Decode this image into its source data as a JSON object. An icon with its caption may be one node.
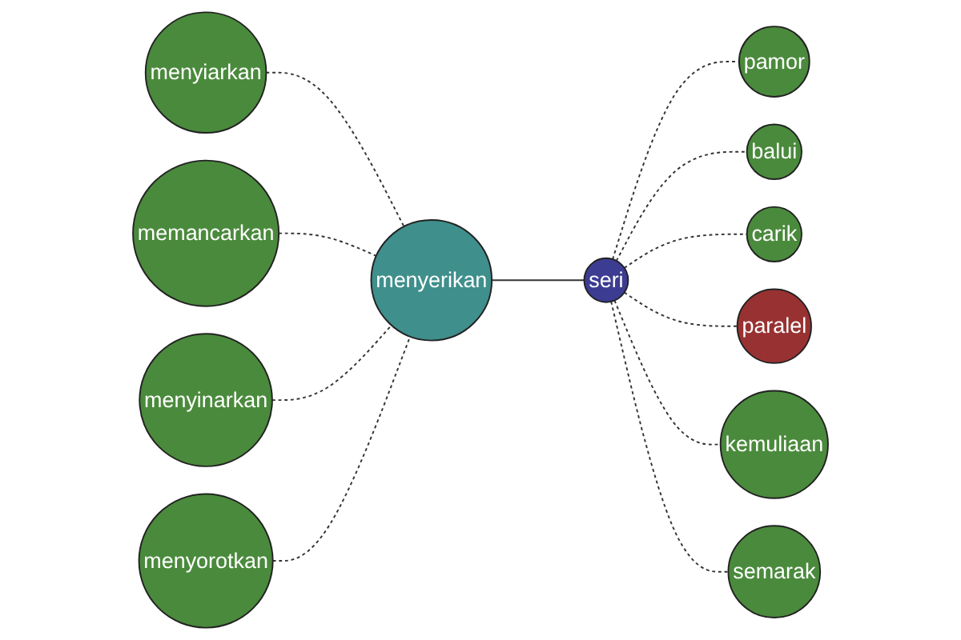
{
  "diagram": {
    "nodes": [
      {
        "text": [
          "menyerikan"
        ]
      },
      {
        "text": [
          "menyiarkan"
        ]
      },
      {
        "text": [
          "memancarkan"
        ]
      },
      {
        "text": [
          "menyinarkan"
        ]
      },
      {
        "text": [
          "menyorotkan"
        ]
      },
      {
        "text": [
          "seri"
        ]
      },
      {
        "text": [
          "pamor"
        ]
      },
      {
        "text": [
          "balui"
        ]
      },
      {
        "text": [
          "carik"
        ]
      },
      {
        "text": [
          "paralel"
        ]
      },
      {
        "text": [
          "kemuliaan"
        ]
      },
      {
        "text": [
          "semarak"
        ]
      }
    ],
    "edges": [
      {
        "from": 1,
        "to": 0,
        "arrow": "none",
        "style": "dashed"
      },
      {
        "from": 2,
        "to": 0,
        "arrow": "none",
        "style": "dashed"
      },
      {
        "from": 3,
        "to": 0,
        "arrow": "none",
        "style": "dashed"
      },
      {
        "from": 4,
        "to": 0,
        "arrow": "none",
        "style": "dashed"
      },
      {
        "from": 0,
        "to": 5,
        "arrow": "none"
      },
      {
        "from": 5,
        "to": 6,
        "arrow": "none",
        "style": "dashed"
      },
      {
        "from": 5,
        "to": 7,
        "arrow": "none",
        "style": "dashed"
      },
      {
        "from": 5,
        "to": 8,
        "arrow": "none",
        "style": "dashed"
      },
      {
        "from": 5,
        "to": 9,
        "arrow": "none",
        "style": "dashed"
      },
      {
        "from": 5,
        "to": 10,
        "arrow": "none",
        "style": "dashed"
      },
      {
        "from": 5,
        "to": 11,
        "arrow": "none",
        "style": "dashed"
      }
    ]
  }
}
